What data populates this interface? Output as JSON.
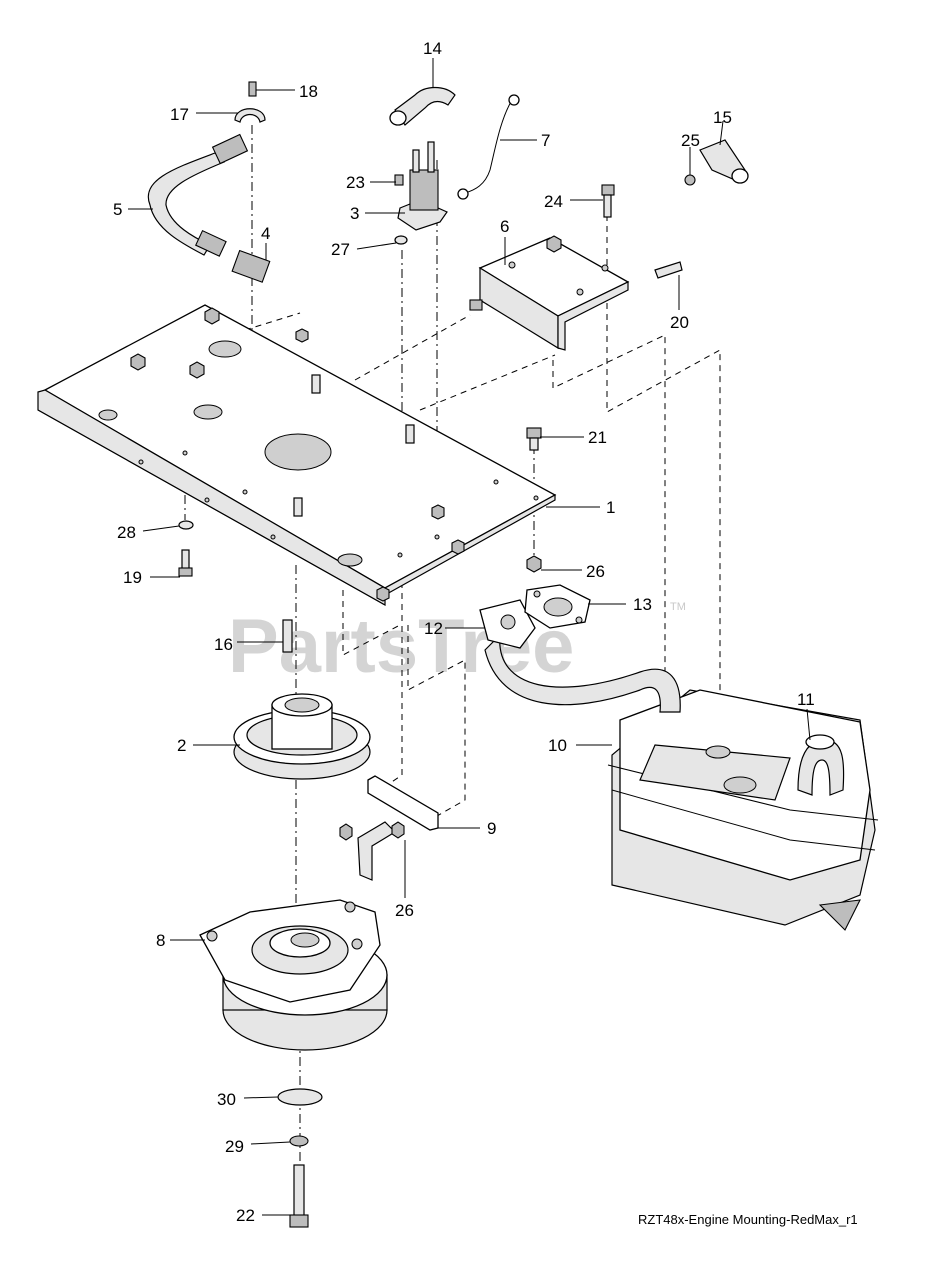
{
  "watermark": {
    "text": "PartsTree",
    "tm": "TM"
  },
  "caption": "RZT48x-Engine Mounting-RedMax_r1",
  "callouts": {
    "c1": "1",
    "c2": "2",
    "c3": "3",
    "c4": "4",
    "c5": "5",
    "c6": "6",
    "c7": "7",
    "c8": "8",
    "c9": "9",
    "c10": "10",
    "c11": "11",
    "c12": "12",
    "c13": "13",
    "c14": "14",
    "c15": "15",
    "c16": "16",
    "c17": "17",
    "c18": "18",
    "c19": "19",
    "c20": "20",
    "c21": "21",
    "c22": "22",
    "c23": "23",
    "c24": "24",
    "c25": "25",
    "c26a": "26",
    "c26b": "26",
    "c27": "27",
    "c28": "28",
    "c29": "29",
    "c30": "30"
  }
}
